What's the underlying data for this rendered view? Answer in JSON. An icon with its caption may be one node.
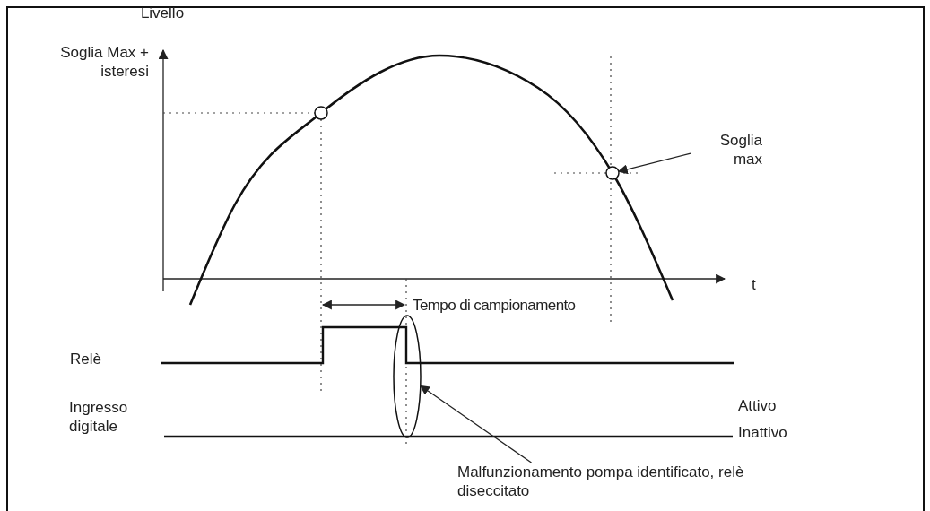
{
  "diagram": {
    "nodes": [
      {
        "text": [
          "Soglia max"
        ]
      },
      {
        "text": [],
        "shape": "circle"
      },
      {
        "text": [
          "Malfunzionamento pompa identificato, relè diseccitato"
        ]
      },
      {
        "text": [],
        "shape": "ellipse"
      }
    ],
    "edges": [
      {
        "from": 0,
        "to": 1,
        "arrow": "to"
      },
      {
        "from": 2,
        "to": 3,
        "arrow": "to"
      }
    ],
    "labels": [
      "Livello",
      "Soglia Max + isteresi",
      "t",
      "Tempo di campionamento",
      "Relè",
      "Ingresso digitale",
      "Attivo",
      "Inattivo"
    ]
  }
}
